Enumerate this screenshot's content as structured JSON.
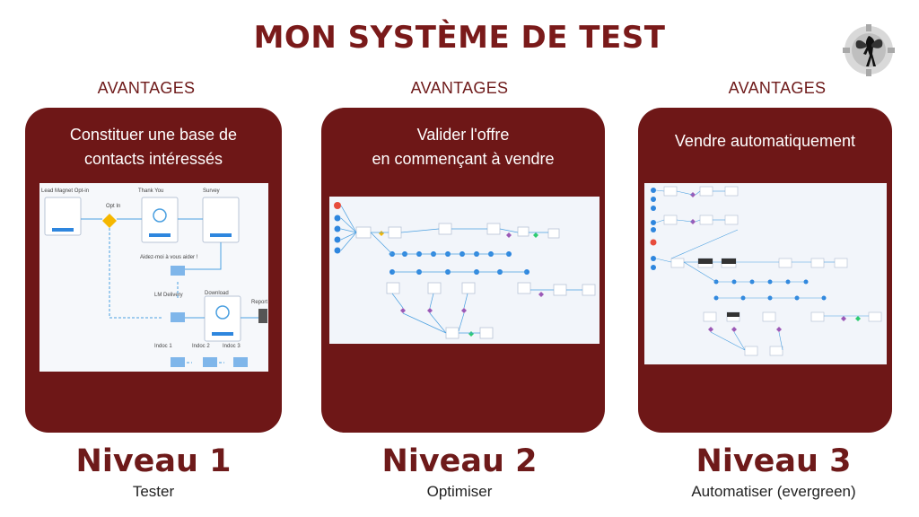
{
  "title": "MON SYSTÈME DE TEST",
  "columns": [
    {
      "header": "AVANTAGES",
      "card_line1": "Constituer une base de",
      "card_line2": "contacts intéressés",
      "level": "Niveau 1",
      "level_sub": "Tester",
      "diagram_labels": {
        "optin_page": "Lead Magnet Opt-in",
        "optin": "Opt In",
        "thankyou": "Thank You",
        "survey": "Survey",
        "help": "Aidez-moi à vous aider !",
        "delivery": "LM Delivery",
        "download": "Download",
        "report": "Report",
        "indoc1": "Indoc 1",
        "indoc2": "Indoc 2",
        "indoc3": "Indoc 3"
      }
    },
    {
      "header": "AVANTAGES",
      "card_line1": "Valider l'offre",
      "card_line2": "en commençant à vendre",
      "level": "Niveau 2",
      "level_sub": "Optimiser"
    },
    {
      "header": "AVANTAGES",
      "card_line1": "Vendre automatiquement",
      "card_line2": "",
      "level": "Niveau 3",
      "level_sub": "Automatiser (evergreen)"
    }
  ],
  "colors": {
    "brand": "#6e1717",
    "title": "#7a1a1a",
    "flow_line": "#4a9fe0",
    "node_blue": "#2e86de",
    "node_purple": "#9b59b6",
    "node_green": "#2ecc71",
    "node_yellow": "#f5b700"
  },
  "logo_icon": "fairy-gear-icon"
}
